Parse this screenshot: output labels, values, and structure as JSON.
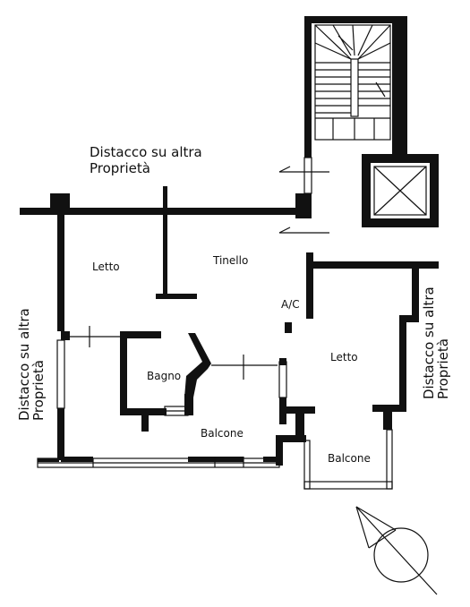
{
  "notes": {
    "top": [
      "Distacco su altra",
      "Proprietà"
    ],
    "left": [
      "Distacco su altra",
      "Proprietà"
    ],
    "right": [
      "Distacco su altra",
      "Proprietà"
    ]
  },
  "rooms": {
    "letto_left": "Letto",
    "tinello": "Tinello",
    "ac": "A/C",
    "bagno": "Bagno",
    "balcone_left": "Balcone",
    "letto_right": "Letto",
    "balcone_right": "Balcone"
  },
  "colors": {
    "ink": "#111111",
    "paper": "#ffffff"
  },
  "icons": [
    "north-compass-icon",
    "elevator-icon",
    "staircase-icon",
    "entrance-arrow-icon"
  ]
}
